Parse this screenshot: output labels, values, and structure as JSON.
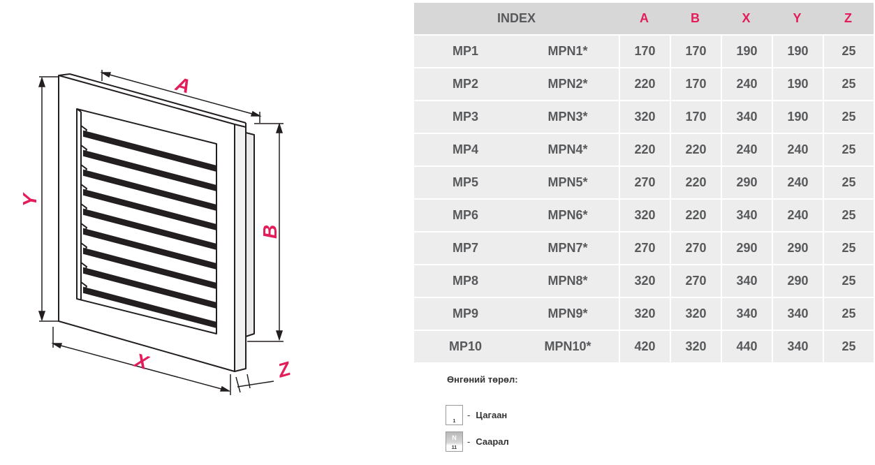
{
  "diagram": {
    "labels": {
      "a": "A",
      "b": "B",
      "x": "X",
      "y": "Y",
      "z": "Z"
    },
    "accent_color": "#e31d59",
    "line_color": "#231f20"
  },
  "table": {
    "headers": [
      "INDEX",
      "A",
      "B",
      "X",
      "Y",
      "Z"
    ],
    "rows": [
      [
        "MP1",
        "MPN1*",
        "170",
        "170",
        "190",
        "190",
        "25"
      ],
      [
        "MP2",
        "MPN2*",
        "220",
        "170",
        "240",
        "190",
        "25"
      ],
      [
        "MP3",
        "MPN3*",
        "320",
        "170",
        "340",
        "190",
        "25"
      ],
      [
        "MP4",
        "MPN4*",
        "220",
        "220",
        "240",
        "240",
        "25"
      ],
      [
        "MP5",
        "MPN5*",
        "270",
        "220",
        "290",
        "240",
        "25"
      ],
      [
        "MP6",
        "MPN6*",
        "320",
        "220",
        "340",
        "240",
        "25"
      ],
      [
        "MP7",
        "MPN7*",
        "270",
        "270",
        "290",
        "290",
        "25"
      ],
      [
        "MP8",
        "MPN8*",
        "320",
        "270",
        "340",
        "290",
        "25"
      ],
      [
        "MP9",
        "MPN9*",
        "320",
        "320",
        "340",
        "340",
        "25"
      ],
      [
        "MP10",
        "MPN10*",
        "420",
        "320",
        "440",
        "340",
        "25"
      ]
    ],
    "header_bg": "#d7d7d8",
    "row_bg": "#ededee"
  },
  "colors": {
    "title": "Өнгөний төрөл:",
    "items": [
      {
        "code": "1",
        "letter": "",
        "separator": "-",
        "label": "Цагаан"
      },
      {
        "code": "11",
        "letter": "N",
        "separator": "-",
        "label": "Саарал"
      }
    ]
  }
}
